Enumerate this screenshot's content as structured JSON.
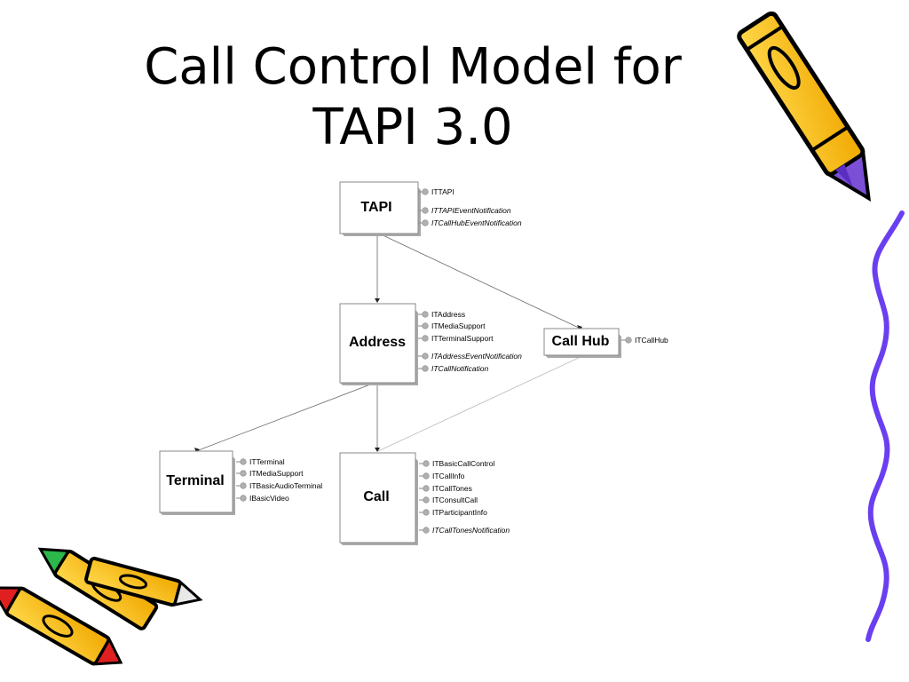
{
  "title": {
    "line1": "Call Control Model for",
    "line2": "TAPI 3.0"
  },
  "diagram": {
    "boxes": {
      "tapi": {
        "label": "TAPI",
        "interfaces": [
          "ITTAPI",
          "ITTAPIEventNotification",
          "ITCallHubEventNotification"
        ],
        "italic": [
          false,
          true,
          true
        ]
      },
      "address": {
        "label": "Address",
        "interfaces": [
          "ITAddress",
          "ITMediaSupport",
          "ITTerminalSupport",
          "ITAddressEventNotification",
          "ITCallNotification"
        ],
        "italic": [
          false,
          false,
          false,
          true,
          true
        ]
      },
      "callhub": {
        "label": "Call Hub",
        "interfaces": [
          "ITCallHub"
        ],
        "italic": [
          false
        ]
      },
      "terminal": {
        "label": "Terminal",
        "interfaces": [
          "ITTerminal",
          "ITMediaSupport",
          "ITBasicAudioTerminal",
          "IBasicVideo"
        ],
        "italic": [
          false,
          false,
          false,
          false
        ]
      },
      "call": {
        "label": "Call",
        "interfaces": [
          "ITBasicCallControl",
          "ITCallInfo",
          "ITCallTones",
          "ITConsultCall",
          "ITParticipantInfo",
          "ITCallTonesNotification"
        ],
        "italic": [
          false,
          false,
          false,
          false,
          false,
          true
        ]
      }
    }
  },
  "decorations": {
    "clipart": "crayons-icon",
    "border": "squiggle-border"
  }
}
